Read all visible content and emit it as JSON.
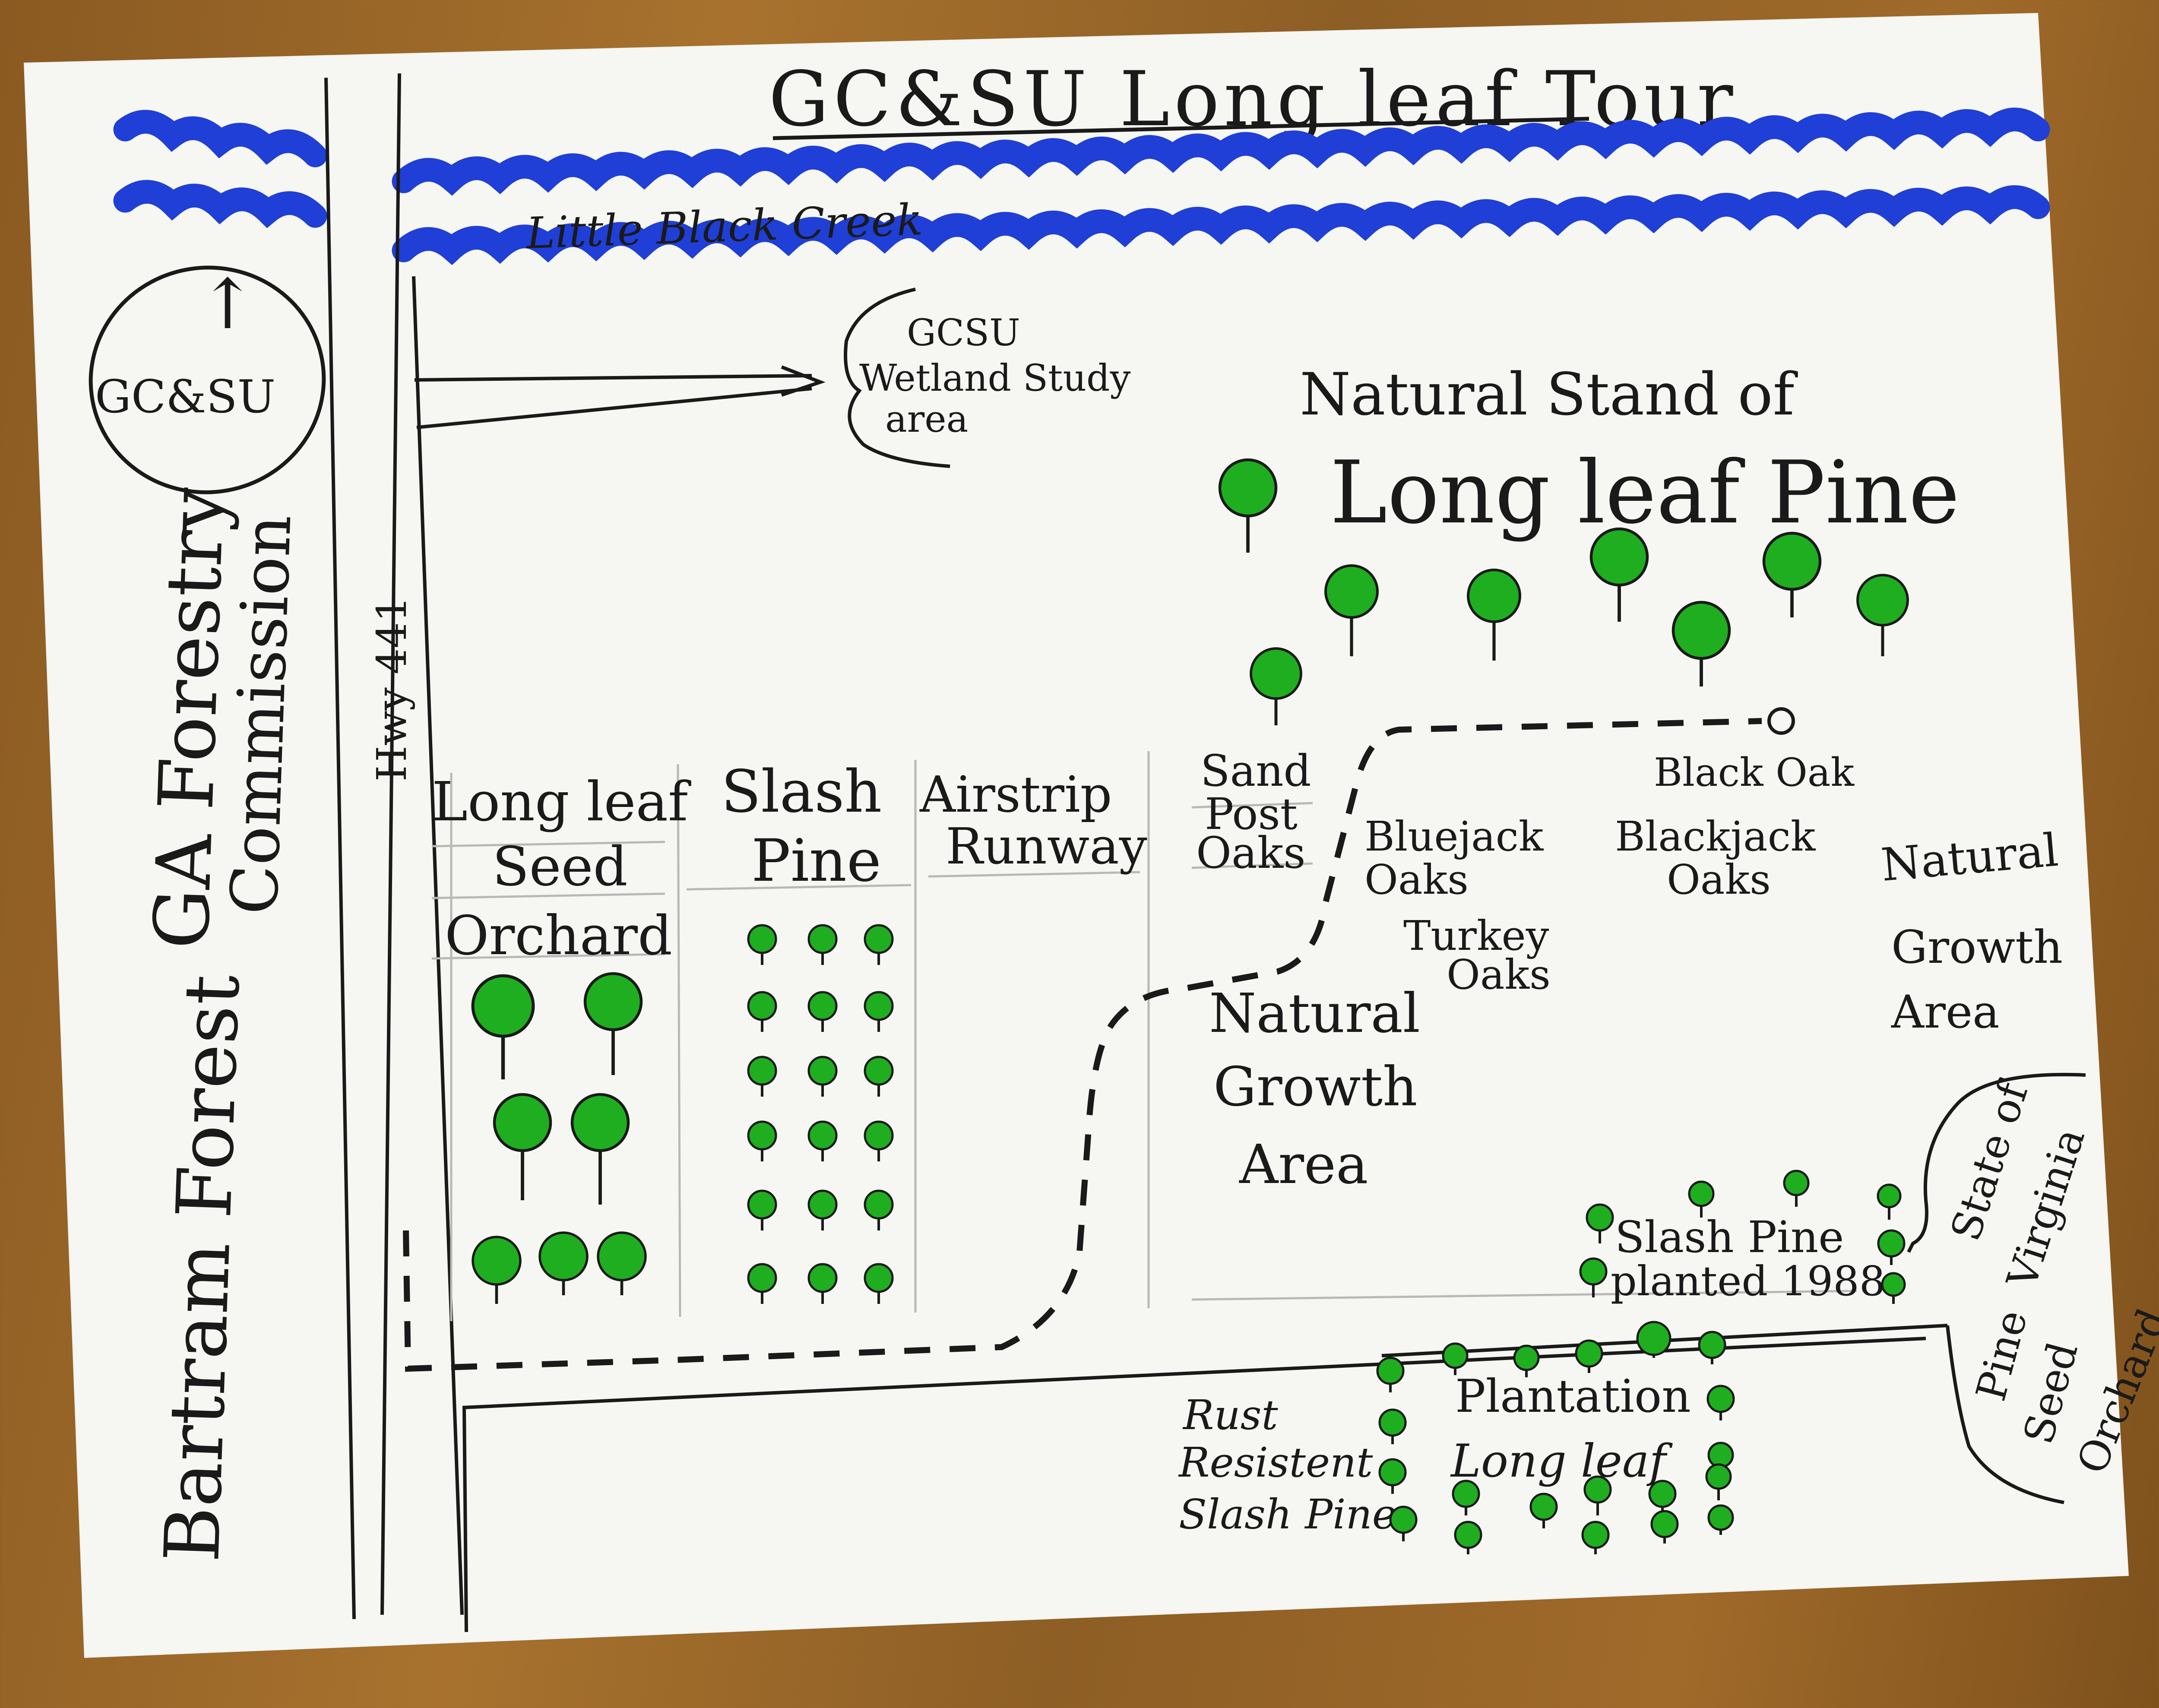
{
  "title": "GC&SU Long leaf Tour",
  "creek": {
    "label": "Little Black Creek",
    "color": "#1f3fd6"
  },
  "campus": {
    "label": "GC&SU",
    "arrow": "↑"
  },
  "left_labels": {
    "forestry_line1": "GA Forestry",
    "forestry_line2": "Commission",
    "bartram": "Bartram Forest"
  },
  "road": {
    "label": "Hwy 441"
  },
  "wetland": {
    "line1": "GCSU",
    "line2": "Wetland Study",
    "line3": "area"
  },
  "natural_stand": {
    "line1": "Natural Stand of",
    "line2": "Long leaf Pine"
  },
  "sections": {
    "seed_orchard": {
      "line1": "Long leaf",
      "line2": "Seed",
      "line3": "Orchard"
    },
    "slash_pine": {
      "line1": "Slash",
      "line2": "Pine"
    },
    "airstrip": {
      "line1": "Airstrip",
      "line2": "Runway"
    }
  },
  "oaks": {
    "sand_post": [
      "Sand",
      "Post",
      "Oaks"
    ],
    "bluejack": [
      "Bluejack",
      "Oaks"
    ],
    "turkey": [
      "Turkey",
      "Oaks"
    ],
    "black": "Black Oak",
    "blackjack": [
      "Blackjack",
      "Oaks"
    ]
  },
  "natural_growth_center": [
    "Natural",
    "Growth",
    "Area"
  ],
  "natural_growth_right": [
    "Natural",
    "Growth",
    "Area"
  ],
  "slash_1988": {
    "line1": "Slash Pine",
    "line2": "planted 1988"
  },
  "virginia": {
    "line1": "State of",
    "line2": "Virginia",
    "line3": "Pine",
    "line4": "Seed",
    "line5": "Orchard"
  },
  "plantation": {
    "line1": "Plantation",
    "line2": "Long leaf"
  },
  "rust": {
    "line1": "Rust",
    "line2": "Resistent",
    "line3": "Slash Pine"
  },
  "colors": {
    "tree_green": "#1fae1f",
    "ink": "#1a1a1a",
    "paper": "#f7f7f4"
  }
}
